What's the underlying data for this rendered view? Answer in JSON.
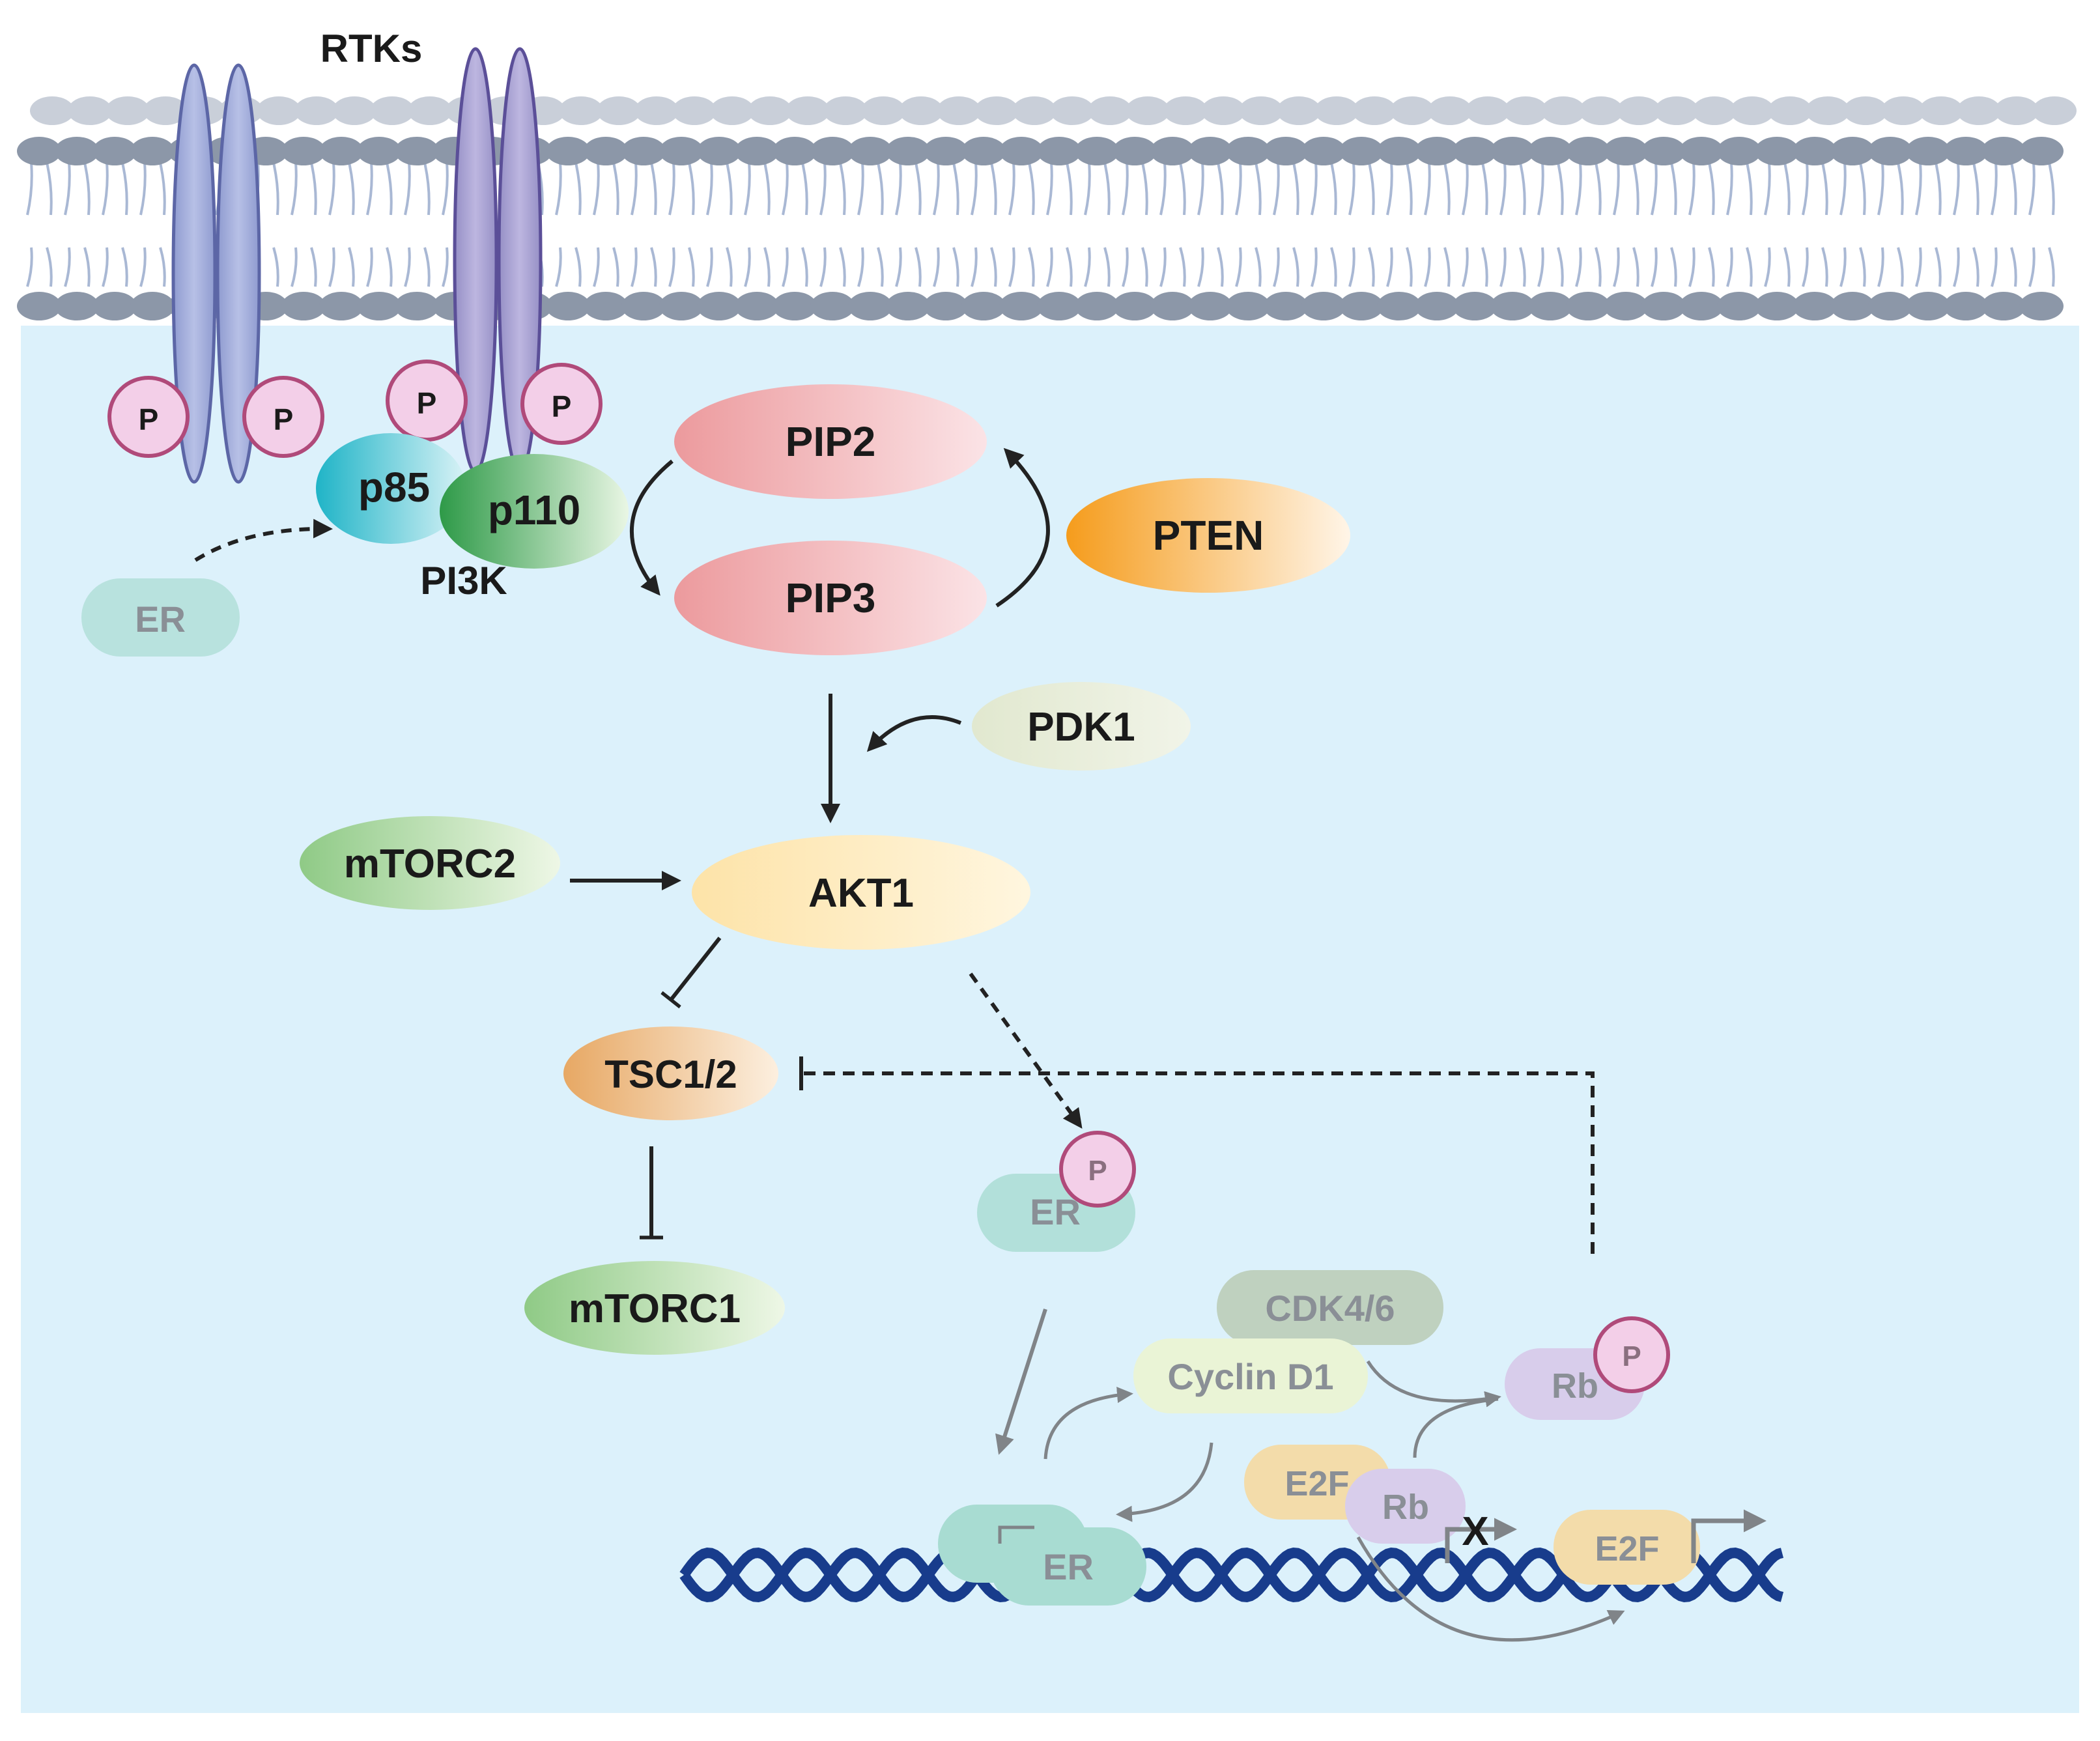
{
  "title": "",
  "labels": {
    "rtks": "RTKs",
    "p85": "p85",
    "p110": "p110",
    "pi3k": "PI3K",
    "er_cytoplasm": "ER",
    "pip2": "PIP2",
    "pip3": "PIP3",
    "pten": "PTEN",
    "pdk1": "PDK1",
    "mtorc2": "mTORC2",
    "akt1": "AKT1",
    "tsc": "TSC1/2",
    "mtorc1": "mTORC1",
    "er_phospho": "ER",
    "cdk46": "CDK4/6",
    "cyclind1": "Cyclin D1",
    "rb_phospho": "Rb",
    "e2f_bound": "E2F",
    "rb_bound": "Rb",
    "x_block": "X",
    "e2f_free": "E2F",
    "er_dna": "ER",
    "phospho": "P"
  },
  "colors": {
    "background": "#dcf1fb",
    "membrane_head": "#8c97a8",
    "membrane_tail": "#a9b8d4",
    "receptor_left": "#a2aedb",
    "receptor_right": "#a9a3d2",
    "phospho_fill": "#f3cfe8",
    "phospho_stroke": "#b04a7a",
    "p85": "#1fb4c7",
    "p110": "#2e9a48",
    "pip": "#ec9a9d",
    "pten": "#f59c1c",
    "pdk1": "#e6ecd8",
    "mtorc": "#8fca86",
    "akt1": "#fde8b6",
    "tsc": "#e7ac68",
    "er": "#a8dcd2",
    "cdk46": "#bfd1bf",
    "cyclind1": "#eaf4d6",
    "rb": "#d8cdeb",
    "e2f": "#f3dcaa",
    "dna": "#183c8c",
    "arrow": "#222222",
    "arrow_faded": "#808488"
  }
}
